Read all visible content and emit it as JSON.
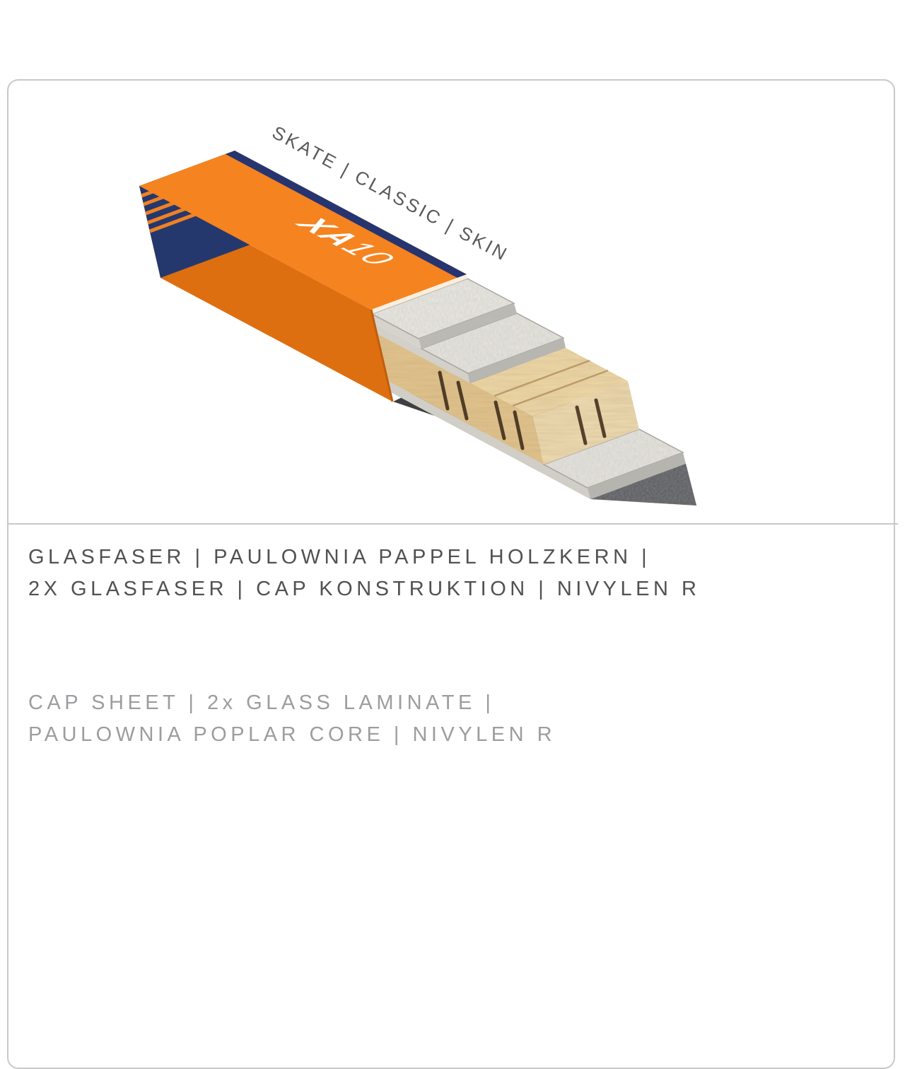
{
  "illustration": {
    "caption": "SKATE | CLASSIC | SKIN",
    "model_code": {
      "main": "XA",
      "suffix": "10"
    },
    "colors": {
      "orange_top": "#F5831F",
      "orange_front": "#DE6F10",
      "navy": "#24386E",
      "stripe_orange": "#F08122",
      "wood_top": "#F0D9A8",
      "wood_end": "#EFDCB2",
      "wood_front": "#E2C48C",
      "laminate": "#E9E7E0",
      "base_black": "#3E3F41"
    }
  },
  "description": {
    "german": [
      "GLASFASER | PAULOWNIA PAPPEL HOLZKERN |",
      "2X GLASFASER | CAP KONSTRUKTION | NIVYLEN R"
    ],
    "english": [
      "CAP SHEET | 2x GLASS LAMINATE |",
      "PAULOWNIA POPLAR CORE | NIVYLEN R"
    ]
  }
}
